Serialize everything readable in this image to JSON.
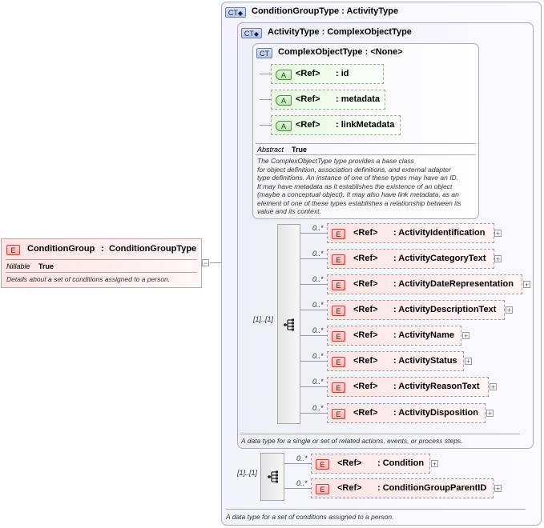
{
  "root_element": {
    "badge": "E",
    "name": "ConditionGroup",
    "type_sep": ":",
    "type": "ConditionGroupType",
    "nillable_label": "Nillable",
    "nillable_value": "True",
    "description": "Details about a set of conditions assigned to a person.",
    "collapse_symbol": "−"
  },
  "condition_group_type": {
    "badge": "CT",
    "title": "ConditionGroupType : ActivityType",
    "description": "A data type for a set of conditions assigned to a person.",
    "sequence_cardinality": "[1]..[1]",
    "elements": [
      {
        "cardinality": "0..*",
        "ref": "<Ref>",
        "name": ": Condition"
      },
      {
        "cardinality": "0..*",
        "ref": "<Ref>",
        "name": ": ConditionGroupParentID"
      }
    ]
  },
  "activity_type": {
    "badge": "CT",
    "title": "ActivityType : ComplexObjectType",
    "description": "A data type for a single or set of related actions, events, or process steps.",
    "sequence_cardinality": "[1]..[1]",
    "elements": [
      {
        "cardinality": "0..*",
        "ref": "<Ref>",
        "name": ": ActivityIdentification"
      },
      {
        "cardinality": "0..*",
        "ref": "<Ref>",
        "name": ": ActivityCategoryText"
      },
      {
        "cardinality": "0..*",
        "ref": "<Ref>",
        "name": ": ActivityDateRepresentation"
      },
      {
        "cardinality": "0..*",
        "ref": "<Ref>",
        "name": ": ActivityDescriptionText"
      },
      {
        "cardinality": "0..*",
        "ref": "<Ref>",
        "name": ": ActivityName"
      },
      {
        "cardinality": "0..*",
        "ref": "<Ref>",
        "name": ": ActivityStatus"
      },
      {
        "cardinality": "0..*",
        "ref": "<Ref>",
        "name": ": ActivityReasonText"
      },
      {
        "cardinality": "0..*",
        "ref": "<Ref>",
        "name": ": ActivityDisposition"
      }
    ]
  },
  "complex_object_type": {
    "badge": "CT",
    "title": "ComplexObjectType : <None>",
    "abstract_label": "Abstract",
    "abstract_value": "True",
    "description": "The ComplexObjectType type provides a base class\nfor object definition, association definitions, and external adapter\ntype definitions. An instance of one of these types may have an ID.\nIt may have metadata as it establishes the existence of an object\n(maybe a conceptual object). It may also have link metadata, as an\nelement of one of these types establishes a relationship between its\nvalue and its context.",
    "attributes": [
      {
        "badge": "A",
        "ref": "<Ref>",
        "name": ": id"
      },
      {
        "badge": "A",
        "ref": "<Ref>",
        "name": ": metadata"
      },
      {
        "badge": "A",
        "ref": "<Ref>",
        "name": ": linkMetadata"
      }
    ]
  },
  "expand_symbol": "+",
  "element_badge": "E"
}
